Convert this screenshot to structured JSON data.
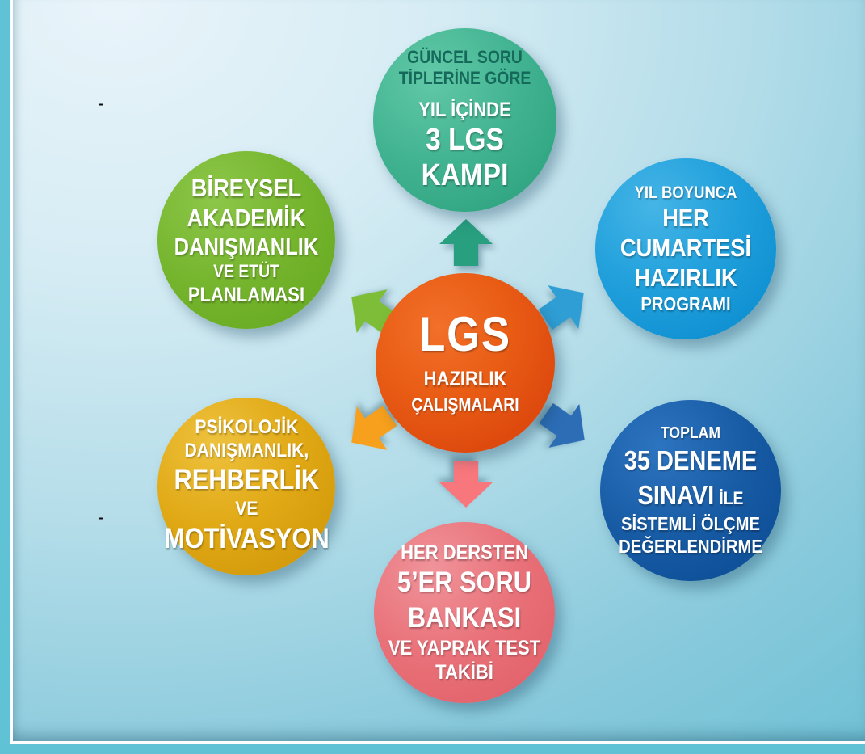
{
  "page": {
    "background_top": "#e9f4fa",
    "background_bottom": "#74c2d6",
    "frame_color": "#5fc2d5",
    "stray_mark": "-"
  },
  "center": {
    "title": "LGS",
    "subtitle1": "HAZIRLIK",
    "subtitle2": "ÇALIŞMALARI",
    "circle_color": "#e6550f"
  },
  "nodes": {
    "top": {
      "circle_color": "#3eb08d",
      "arrow_color": "#289f7e",
      "accent_text_color": "#15695a",
      "line1": "GÜNCEL SORU",
      "line2": "TİPLERİNE GÖRE",
      "line3": "YIL İÇİNDE",
      "line4": "3 LGS",
      "line5": "KAMPI"
    },
    "top_right": {
      "circle_color": "#1b9cd9",
      "arrow_color": "#2f9ed4",
      "line1": "YIL BOYUNCA",
      "line2": "HER",
      "line3": "CUMARTESİ",
      "line4": "HAZIRLIK",
      "line5": "PROGRAMI"
    },
    "bottom_right": {
      "circle_color": "#11579f",
      "arrow_color": "#2d6db6",
      "line1": "TOPLAM",
      "line2": "35 DENEME",
      "line3a": "SINAVI",
      "line3b": "İLE",
      "line4": "SİSTEMLİ ÖLÇME",
      "line5": "DEĞERLENDİRME"
    },
    "bottom": {
      "circle_color": "#e66d73",
      "arrow_color": "#f8777c",
      "line1": "HER DERSTEN",
      "line2": "5’ER SORU",
      "line3": "BANKASI",
      "line4": "VE YAPRAK TEST",
      "line5": "TAKİBİ"
    },
    "bottom_left": {
      "circle_color": "#dca310",
      "arrow_color": "#f7a01d",
      "line1": "PSİKOLOJİK",
      "line2": "DANIŞMANLIK,",
      "line3": "REHBERLİK",
      "line4": "VE",
      "line5": "MOTİVASYON"
    },
    "top_left": {
      "circle_color": "#72b22a",
      "arrow_color": "#7dbd37",
      "line1": "BİREYSEL",
      "line2": "AKADEMİK",
      "line3": "DANIŞMANLIK",
      "line4": "VE ETÜT",
      "line5": "PLANLAMASI"
    }
  }
}
